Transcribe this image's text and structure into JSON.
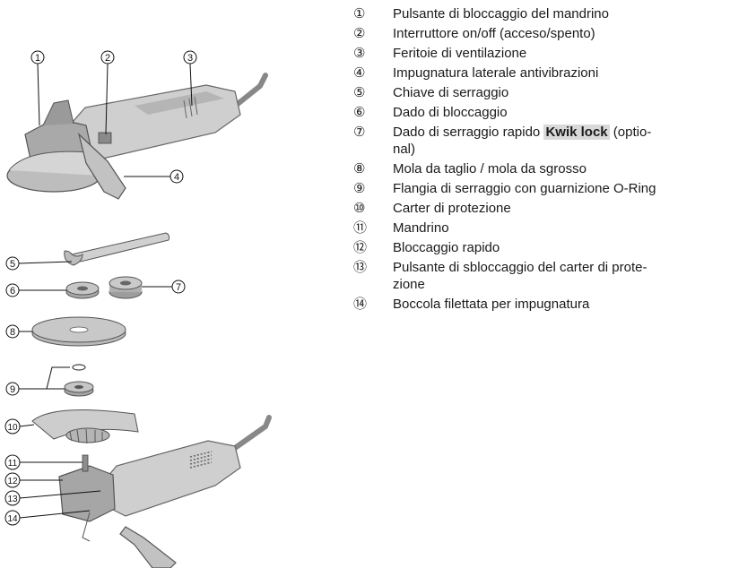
{
  "callout_glyphs": [
    "①",
    "②",
    "③",
    "④",
    "⑤",
    "⑥",
    "⑦",
    "⑧",
    "⑨",
    "⑩",
    "⑪",
    "⑫",
    "⑬",
    "⑭"
  ],
  "legend": [
    {
      "num": "①",
      "text": "Pulsante di bloccaggio del mandrino"
    },
    {
      "num": "②",
      "text": "Interruttore on/off (acceso/spento)"
    },
    {
      "num": "③",
      "text": "Feritoie di ventilazione"
    },
    {
      "num": "④",
      "text": "Impugnatura laterale antivibrazioni"
    },
    {
      "num": "⑤",
      "text": "Chiave di serraggio"
    },
    {
      "num": "⑥",
      "text": "Dado di bloccaggio"
    },
    {
      "num": "⑦",
      "text_before": "Dado di serraggio rapido ",
      "highlight": "Kwik lock",
      "text_after": " (optio-\nnal)"
    },
    {
      "num": "⑧",
      "text": "Mola da taglio / mola da sgrosso"
    },
    {
      "num": "⑨",
      "text": "Flangia di serraggio con guarnizione O-Ring"
    },
    {
      "num": "⑩",
      "text": "Carter di protezione"
    },
    {
      "num": "⑪",
      "text": "Mandrino"
    },
    {
      "num": "⑫",
      "text": "Bloccaggio rapido"
    },
    {
      "num": "⑬",
      "text": "Pulsante di sbloccaggio del carter di prote-\nzione"
    },
    {
      "num": "⑭",
      "text": "Boccola filettata per impugnatura"
    }
  ],
  "colors": {
    "tool_body": "#c8c8c8",
    "tool_dark": "#7a7a7a",
    "tool_light": "#e3e3e3",
    "highlight": "#d9d9d9"
  }
}
